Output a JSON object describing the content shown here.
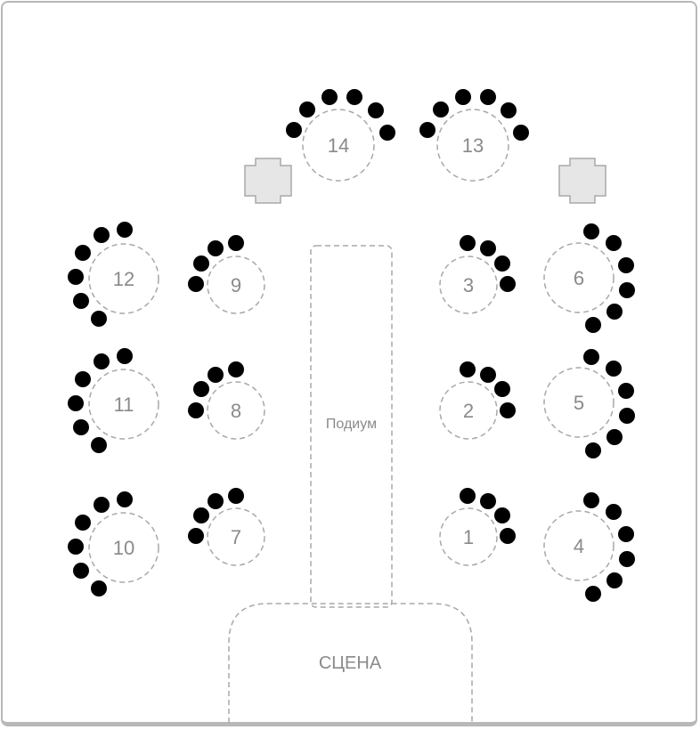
{
  "hall": {
    "podium_label": "Подиум",
    "stage_label": "СЦЕНА",
    "line_color": "#a8a8a8",
    "seat_color": "#000000",
    "column_fill": "#e6e6e6",
    "column_icon": "cross-column-icon",
    "tables": [
      {
        "id": "table-1",
        "label": "1"
      },
      {
        "id": "table-2",
        "label": "2"
      },
      {
        "id": "table-3",
        "label": "3"
      },
      {
        "id": "table-4",
        "label": "4"
      },
      {
        "id": "table-5",
        "label": "5"
      },
      {
        "id": "table-6",
        "label": "6"
      },
      {
        "id": "table-7",
        "label": "7"
      },
      {
        "id": "table-8",
        "label": "8"
      },
      {
        "id": "table-9",
        "label": "9"
      },
      {
        "id": "table-10",
        "label": "10"
      },
      {
        "id": "table-11",
        "label": "11"
      },
      {
        "id": "table-12",
        "label": "12"
      },
      {
        "id": "table-13",
        "label": "13"
      },
      {
        "id": "table-14",
        "label": "14"
      }
    ]
  }
}
